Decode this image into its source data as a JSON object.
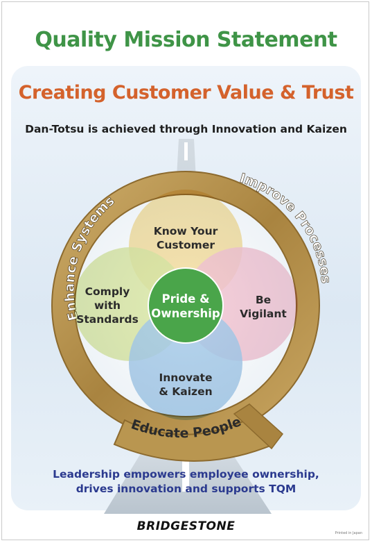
{
  "poster": {
    "title": "Quality Mission Statement",
    "subtitle": "Creating Customer Value & Trust",
    "tagline": "Dan-Totsu is achieved through Innovation and Kaizen",
    "ring": {
      "left": "Enhance Systems",
      "right": "Improve Processes",
      "bottom": "Educate People"
    },
    "circles": {
      "top": [
        "Know Your",
        "Customer"
      ],
      "left": [
        "Comply",
        "with",
        "Standards"
      ],
      "right": [
        "Be",
        "Vigilant"
      ],
      "bottom": [
        "Innovate",
        "& Kaizen"
      ],
      "center": [
        "Pride &",
        "Ownership"
      ]
    },
    "footer": [
      "Leadership empowers employee ownership,",
      "drives innovation and supports TQM"
    ],
    "brand": "BRIDGESTONE",
    "fine_print": "Printed in Japan"
  },
  "colors": {
    "title": "#3f9447",
    "subtitle": "#d4622c",
    "footer": "#2b3a8f",
    "ring": "#b08b46",
    "circle_top": "#f7dfa0",
    "circle_left": "#dde9a6",
    "circle_right": "#f6c7d4",
    "circle_bottom": "#a9cdea",
    "center": "#4aa54a"
  }
}
